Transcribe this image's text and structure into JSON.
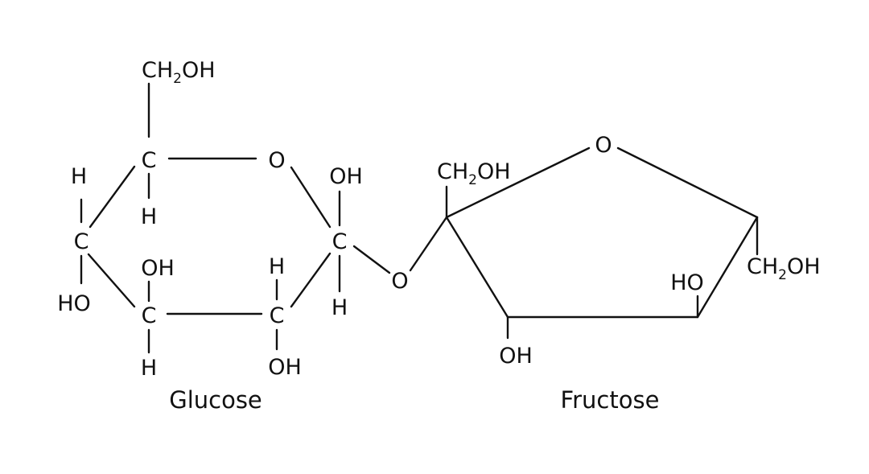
{
  "glucose": {
    "name": "Glucose",
    "ch2oh_top": {
      "main": "CH",
      "sub": "2",
      "tail": "OH"
    },
    "c5": "C",
    "c5_h": "H",
    "ring_o": "O",
    "c1": "C",
    "c1_oh": "OH",
    "c1_h": "H",
    "c4": "C",
    "c4_h": "H",
    "c4_ho": "HO",
    "c3": "C",
    "c3_oh": "OH",
    "c3_h": "H",
    "c2": "C",
    "c2_h": "H",
    "c2_oh": "OH"
  },
  "glycosidic_o": "O",
  "fructose": {
    "name": "Fructose",
    "ring_o": "O",
    "ch2oh_left": {
      "main": "CH",
      "sub": "2",
      "tail": "OH"
    },
    "ch2oh_right": {
      "main": "CH",
      "sub": "2",
      "tail": "OH"
    },
    "oh_bottom": "OH",
    "ho_right": "HO"
  }
}
